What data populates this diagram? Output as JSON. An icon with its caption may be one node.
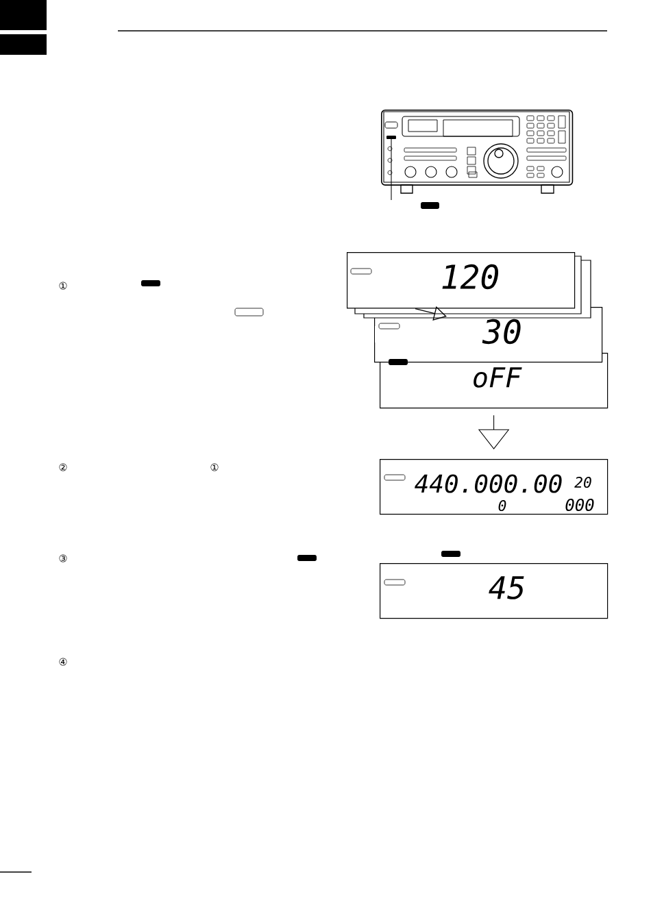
{
  "diagram": {
    "nodes": [
      {
        "text": [],
        "shape": "picture"
      },
      {
        "text": [
          "120"
        ]
      },
      {
        "text": [
          "30"
        ]
      },
      {
        "text": [
          "oFF"
        ]
      },
      {
        "text": [
          "440.000.00",
          "20",
          "0",
          "000"
        ]
      },
      {
        "text": [
          "45"
        ]
      }
    ],
    "edges": [
      {
        "from": null,
        "to": 0,
        "arrow": "none"
      },
      {
        "from": 1,
        "to": 2,
        "arrow": "to"
      },
      {
        "from": 3,
        "to": 4,
        "arrow": "to"
      }
    ],
    "labels": [
      "①",
      "②",
      "①",
      "③",
      "④"
    ]
  }
}
